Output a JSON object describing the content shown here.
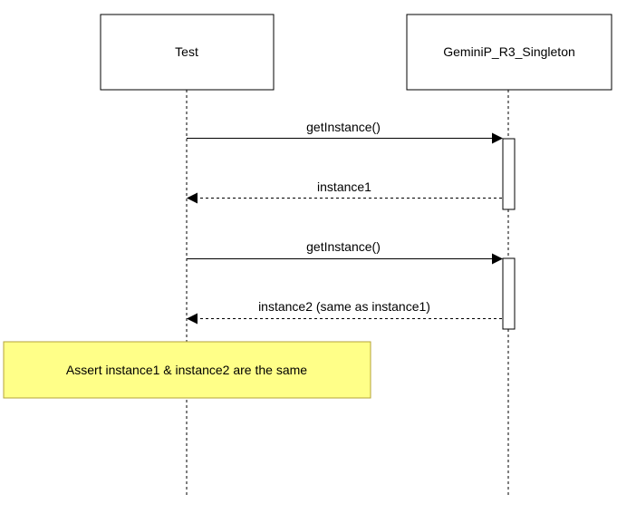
{
  "diagram": {
    "participants": [
      {
        "id": "test",
        "label": "Test"
      },
      {
        "id": "singleton",
        "label": "GeminiP_R3_Singleton"
      }
    ],
    "messages": [
      {
        "label": "getInstance()",
        "from": "test",
        "to": "singleton",
        "kind": "call"
      },
      {
        "label": "instance1",
        "from": "singleton",
        "to": "test",
        "kind": "return"
      },
      {
        "label": "getInstance()",
        "from": "test",
        "to": "singleton",
        "kind": "call"
      },
      {
        "label": "instance2 (same as instance1)",
        "from": "singleton",
        "to": "test",
        "kind": "return"
      }
    ],
    "note": {
      "text": "Assert instance1 & instance2 are the same",
      "fill": "#ffff88",
      "stroke": "#b4a33a"
    }
  }
}
